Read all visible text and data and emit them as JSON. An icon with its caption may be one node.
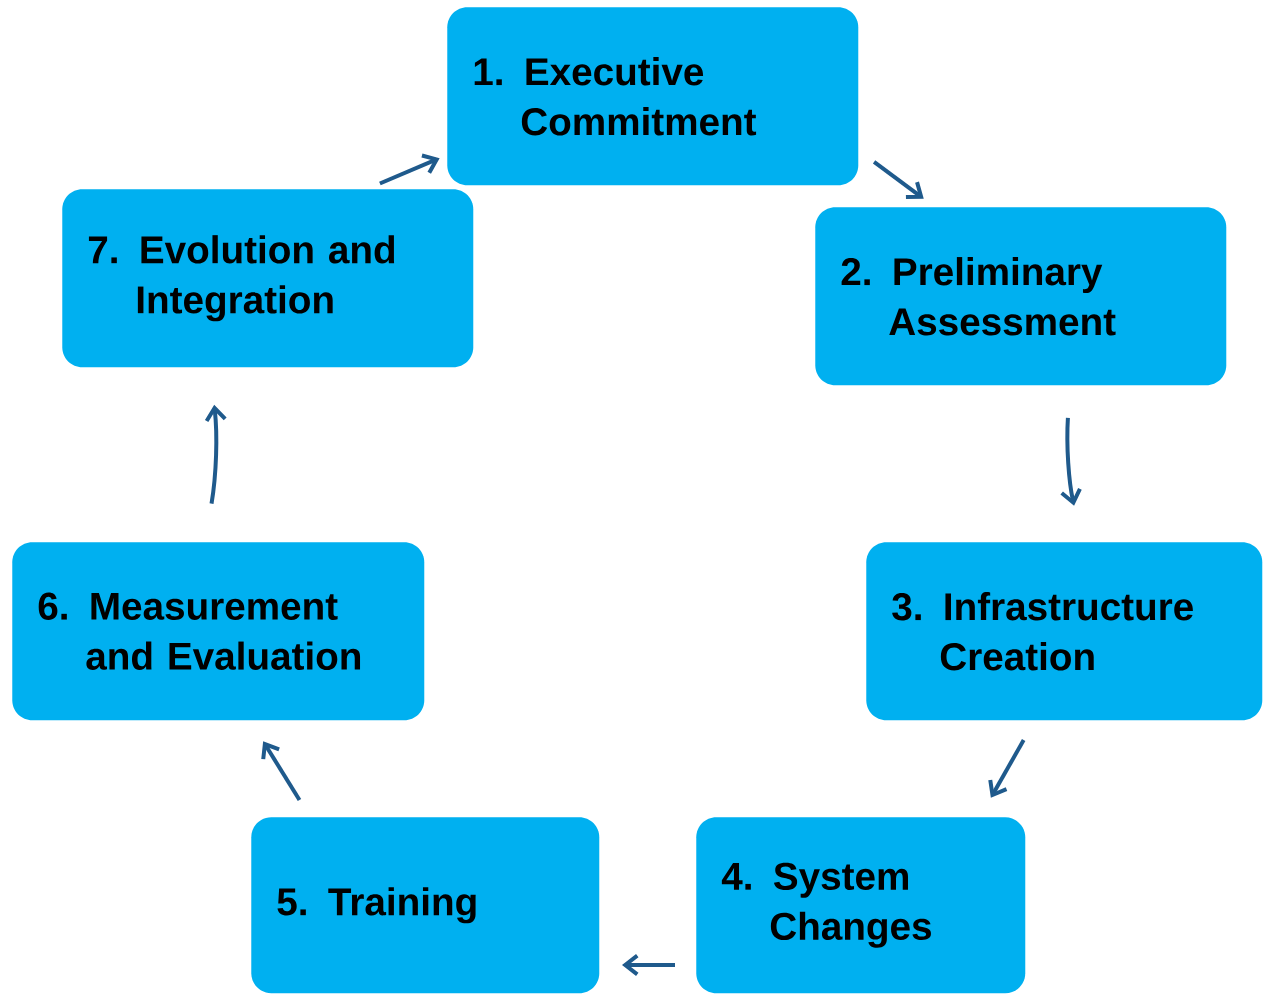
{
  "diagram": {
    "nodes": [
      {
        "text": [
          "1. Executive Commitment"
        ]
      },
      {
        "text": [
          "2. Preliminary Assessment"
        ]
      },
      {
        "text": [
          "3. Infrastructure Creation"
        ]
      },
      {
        "text": [
          "4. System Changes"
        ]
      },
      {
        "text": [
          "5. Training"
        ]
      },
      {
        "text": [
          "6. Measurement and Evaluation"
        ]
      },
      {
        "text": [
          "7. Evolution and Integration"
        ]
      }
    ],
    "edges": [
      {
        "from": 0,
        "to": 1,
        "arrow": "to"
      },
      {
        "from": 1,
        "to": 2,
        "arrow": "to"
      },
      {
        "from": 2,
        "to": 3,
        "arrow": "to"
      },
      {
        "from": 3,
        "to": 4,
        "arrow": "to"
      },
      {
        "from": 4,
        "to": 5,
        "arrow": "to"
      },
      {
        "from": 5,
        "to": 6,
        "arrow": "to"
      },
      {
        "from": 6,
        "to": 0,
        "arrow": "to"
      }
    ]
  }
}
